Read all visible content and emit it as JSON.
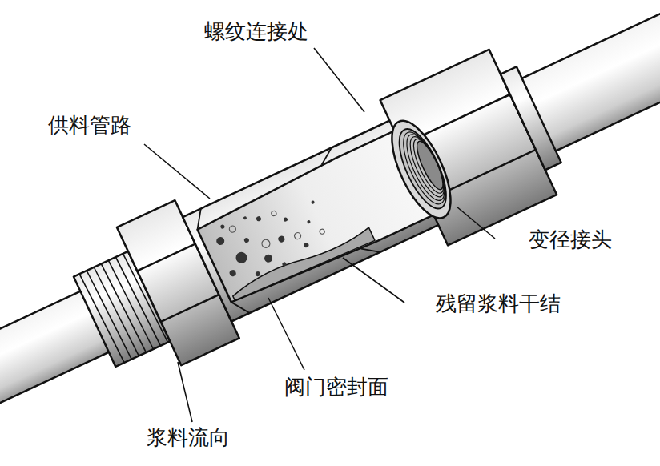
{
  "diagram": {
    "labels": [
      "螺纹连接处",
      "供料管路",
      "变径接头",
      "残留浆料干结",
      "阀门密封面",
      "浆料流向"
    ]
  }
}
